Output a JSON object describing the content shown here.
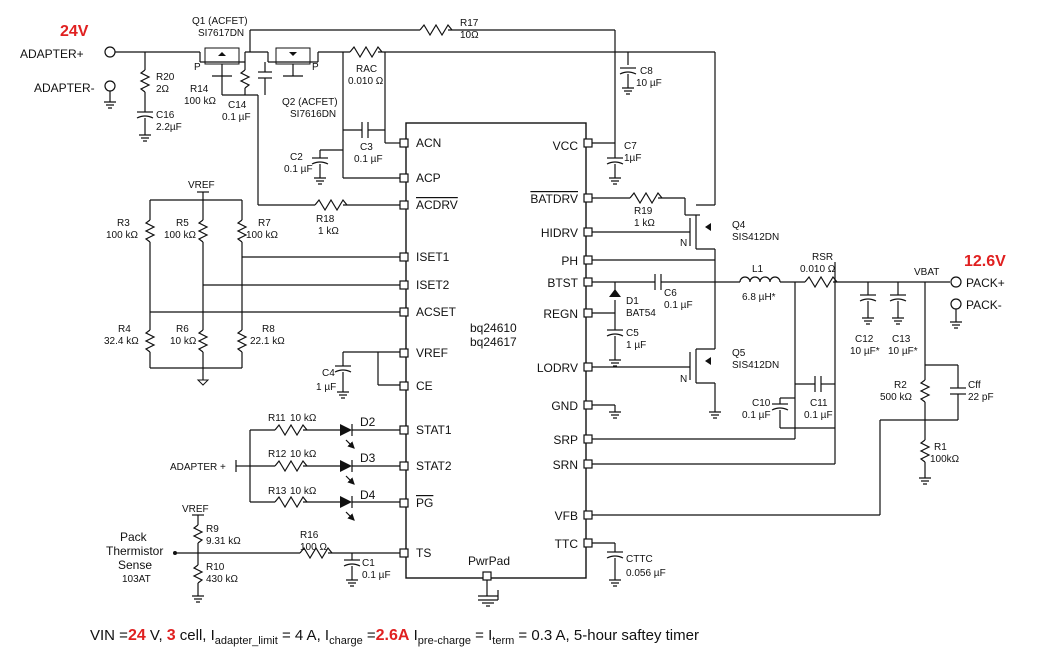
{
  "voltage": {
    "input": "24V",
    "output": "12.6V"
  },
  "ic": {
    "part1": "bq24610",
    "part2": "bq24617",
    "pad": "PwrPad"
  },
  "ic_pins_left": [
    "ACN",
    "ACP",
    "ACDRV",
    "ISET1",
    "ISET2",
    "ACSET",
    "VREF",
    "CE",
    "STAT1",
    "STAT2",
    "PG",
    "TS"
  ],
  "ic_pins_right": [
    "VCC",
    "BATDRV",
    "HIDRV",
    "PH",
    "BTST",
    "REGN",
    "LODRV",
    "GND",
    "SRP",
    "SRN",
    "VFB",
    "TTC"
  ],
  "terminals": {
    "adapter_plus": "ADAPTER+",
    "adapter_minus": "ADAPTER-",
    "pack_plus": "PACK+",
    "pack_minus": "PACK-",
    "vbat": "VBAT",
    "adapter_led": "ADAPTER +",
    "vref1": "VREF",
    "vref2": "VREF",
    "thermistor": [
      "Pack",
      "Thermistor",
      "Sense",
      "103AT"
    ]
  },
  "components": {
    "q1": [
      "Q1 (ACFET)",
      "SI7617DN"
    ],
    "q2": [
      "Q2 (ACFET)",
      "SI7616DN"
    ],
    "q4": [
      "Q4",
      "SIS412DN"
    ],
    "q5": [
      "Q5",
      "SIS412DN"
    ],
    "p1": "P",
    "p2": "P",
    "n1": "N",
    "n2": "N",
    "r17": [
      "R17",
      "10Ω"
    ],
    "rac": [
      "RAC",
      "0.010 Ω"
    ],
    "r20": [
      "R20",
      "2Ω"
    ],
    "r14": [
      "R14",
      "100 kΩ"
    ],
    "c14": [
      "C14",
      "0.1 µF"
    ],
    "c16": [
      "C16",
      "2.2µF"
    ],
    "c8": [
      "C8",
      "10 µF"
    ],
    "c7": [
      "C7",
      "1µF"
    ],
    "c3": [
      "C3",
      "0.1 µF"
    ],
    "c2": [
      "C2",
      "0.1 µF"
    ],
    "r18": [
      "R18",
      "1 kΩ"
    ],
    "r19": [
      "R19",
      "1 kΩ"
    ],
    "r3": [
      "R3",
      "100 kΩ"
    ],
    "r5": [
      "R5",
      "100 kΩ"
    ],
    "r7": [
      "R7",
      "100 kΩ"
    ],
    "r4": [
      "R4",
      "32.4 kΩ"
    ],
    "r6": [
      "R6",
      "10 kΩ"
    ],
    "r8": [
      "R8",
      "22.1 kΩ"
    ],
    "c4": [
      "C4",
      "1 µF"
    ],
    "r11": [
      "R11",
      "10 kΩ"
    ],
    "r12": [
      "R12",
      "10 kΩ"
    ],
    "r13": [
      "R13",
      "10 kΩ"
    ],
    "d2": "D2",
    "d3": "D3",
    "d4": "D4",
    "r9": [
      "R9",
      "9.31 kΩ"
    ],
    "r10": [
      "R10",
      "430 kΩ"
    ],
    "r16": [
      "R16",
      "100 Ω"
    ],
    "c1": [
      "C1",
      "0.1 µF"
    ],
    "c6": [
      "C6",
      "0.1 µF"
    ],
    "d1": [
      "D1",
      "BAT54"
    ],
    "c5": [
      "C5",
      "1 µF"
    ],
    "l1": [
      "L1",
      "6.8 µH*"
    ],
    "rsr": [
      "RSR",
      "0.010 Ω"
    ],
    "c12": [
      "C12",
      "10 µF*"
    ],
    "c13": [
      "C13",
      "10 µF*"
    ],
    "c10": [
      "C10",
      "0.1 µF"
    ],
    "c11": [
      "C11",
      "0.1 µF"
    ],
    "r2": [
      "R2",
      "500 kΩ"
    ],
    "cff": [
      "Cff",
      "22 pF"
    ],
    "r1": [
      "R1",
      "100kΩ"
    ],
    "cttc": [
      "CTTC",
      "0.056 µF"
    ]
  },
  "footer": {
    "vin_prefix": "VIN =",
    "vin_value": "24",
    "v_unit": " V,",
    "cells_value": "3",
    "cells_text": " cell, I",
    "sub_adapter": "adapter_limit",
    "eq1": " = 4 A, I",
    "sub_charge": "charge",
    "eq2": " =",
    "charge_value": "2.6A",
    "sp": " I",
    "sub_pre": "pre-charge",
    "eq3": " = I",
    "sub_term": "term",
    "tail": " = 0.3 A, 5-hour saftey timer"
  }
}
